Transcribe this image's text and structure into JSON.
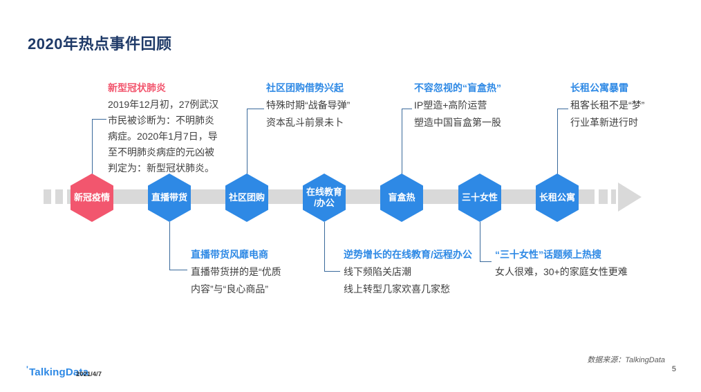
{
  "page": {
    "title": "2020年热点事件回顾",
    "page_number": "5"
  },
  "colors": {
    "title_navy": "#1F3A68",
    "accent_blue": "#2E89E5",
    "accent_red": "#F2566E",
    "bar_gray": "#D9D9D9",
    "connector_blue": "#38689A",
    "body_text": "#3F3F3F"
  },
  "timeline": {
    "events": [
      {
        "label": "新冠疫情",
        "color": "#F2566E",
        "annotation_side": "top",
        "annotation": {
          "title": "新型冠状肺炎",
          "title_color": "#F2566E",
          "body": "2019年12月初，27例武汉\n市民被诊断为：不明肺炎\n病症。2020年1月7日，导\n至不明肺炎病症的元凶被\n判定为：新型冠状肺炎。"
        }
      },
      {
        "label": "直播带货",
        "color": "#2E89E5",
        "annotation_side": "bottom",
        "annotation": {
          "title": "直播带货风靡电商",
          "title_color": "#2E89E5",
          "body": "直播带货拼的是“优质\n内容”与“良心商品”"
        }
      },
      {
        "label": "社区团购",
        "color": "#2E89E5",
        "annotation_side": "top",
        "annotation": {
          "title": "社区团购借势兴起",
          "title_color": "#2E89E5",
          "body": "特殊时期“战备导弹”\n资本乱斗前景未卜"
        }
      },
      {
        "label": "在线教育\n/办公",
        "color": "#2E89E5",
        "annotation_side": "bottom",
        "annotation": {
          "title": "逆势增长的在线教育/远程办公",
          "title_color": "#2E89E5",
          "body": "线下频陷关店潮\n线上转型几家欢喜几家愁"
        }
      },
      {
        "label": "盲盒热",
        "color": "#2E89E5",
        "annotation_side": "top",
        "annotation": {
          "title": "不容忽视的“盲盒热”",
          "title_color": "#2E89E5",
          "body": "IP塑造+高阶运营\n塑造中国盲盒第一股"
        }
      },
      {
        "label": "三十女性",
        "color": "#2E89E5",
        "annotation_side": "bottom",
        "annotation": {
          "title": "“三十女性”话题频上热搜",
          "title_color": "#2E89E5",
          "body": "女人很难，30+的家庭女性更难"
        }
      },
      {
        "label": "长租公寓",
        "color": "#2E89E5",
        "annotation_side": "top",
        "annotation": {
          "title": "长租公寓暴雷",
          "title_color": "#2E89E5",
          "body": "租客长租不是“梦”\n行业革新进行时"
        }
      }
    ]
  },
  "footer": {
    "logo_tick": "'",
    "logo_text": "TalkingData",
    "date": "2021/4/7",
    "source": "数据来源：TalkingData"
  }
}
